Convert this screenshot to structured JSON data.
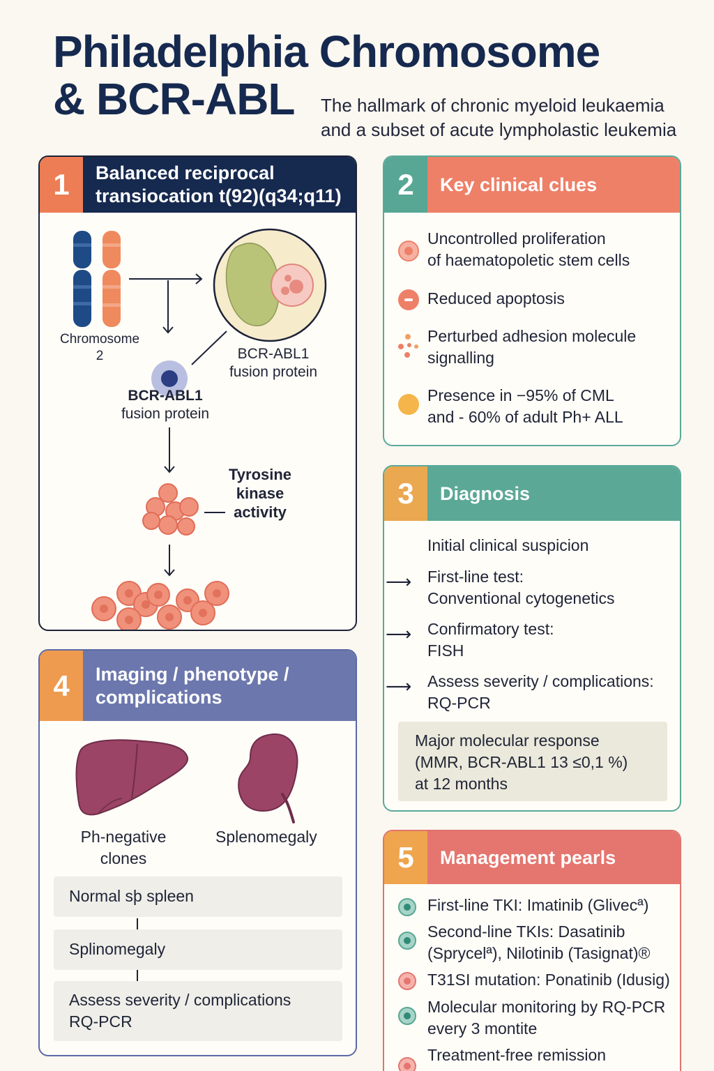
{
  "header": {
    "title_line1": "Philadelphia Chromosome",
    "title_line2": "& BCR-ABL",
    "subtitle_line1": "The hallmark of chronic myeloid leukaemia",
    "subtitle_line2": "and a subset of acute lympholastic leukemia"
  },
  "card1": {
    "number": "1",
    "title_line1": "Balanced reciprocal",
    "title_line2": "transiocation t(92)(q34;q11)",
    "chromosome_label_line1": "Chromosome",
    "chromosome_label_line2": "2",
    "fusion_label_right_line1": "BCR-ABL1",
    "fusion_label_right_line2": "fusion protein",
    "fusion_label_left_line1": "BCR-ABL1",
    "fusion_label_left_line2": "fusion protein",
    "tyrosine_line1": "Tyrosine",
    "tyrosine_line2": "kinase",
    "tyrosine_line3": "activity"
  },
  "card2": {
    "number": "2",
    "title": "Key clinical clues",
    "items": [
      {
        "line1": "Uncontrolled proliferation",
        "line2": "of haematopoletic stem cells"
      },
      {
        "line1": "Reduced apoptosis",
        "line2": ""
      },
      {
        "line1": "Perturbed adhesion molecule",
        "line2": "signalling"
      },
      {
        "line1": "Presence in −95% of CML",
        "line2": "and - 60% of adult Ph+ ALL"
      }
    ]
  },
  "card3": {
    "number": "3",
    "title": "Diagnosis",
    "initial": "Initial clinical suspicion",
    "steps": [
      {
        "line1": "First-line test:",
        "line2": "Conventional cytogenetics"
      },
      {
        "line1": "Confirmatory test:",
        "line2": "FISH"
      },
      {
        "line1": "Assess severity / complications:",
        "line2": "RQ-PCR"
      }
    ],
    "mmr_line1": "Major molecular response",
    "mmr_line2": "(MMR, BCR-ABL1 13 ≤0,1 %)",
    "mmr_line3": "at 12 months"
  },
  "card4": {
    "number": "4",
    "title_line1": "Imaging / phenotype /",
    "title_line2": "complications",
    "liver_label_line1": "Ph-negative",
    "liver_label_line2": "clones",
    "spleen_label": "Splenomegaly",
    "flow": [
      {
        "line1": "Normal sþ spleen",
        "line2": ""
      },
      {
        "line1": "Splinomegaly",
        "line2": ""
      },
      {
        "line1": "Assess severity / complications",
        "line2": "RQ-PCR"
      }
    ]
  },
  "card5": {
    "number": "5",
    "title": "Management pearls",
    "items": [
      {
        "line1": "First-line TKI: Imatinib (Glivecª)",
        "line2": ""
      },
      {
        "line1": "Second-line TKIs: Dasatinib",
        "line2": "(Sprycelª), Nilotinib (Tasignat)®"
      },
      {
        "line1": "T31SI mutation: Ponatinib (Idusig)",
        "line2": ""
      },
      {
        "line1": "Molecular monitoring by RQ-PCR",
        "line2": "every 3 montite"
      },
      {
        "line1": "Treatment-free remission",
        "line2": ""
      }
    ]
  },
  "colors": {
    "navy": "#16294f",
    "coral": "#ee8068",
    "teal": "#58a795",
    "amber": "#eaa850",
    "periwinkle": "#6c77ad",
    "rose": "#e5756f",
    "organ": "#9b4466",
    "cell": "#f0917b"
  }
}
